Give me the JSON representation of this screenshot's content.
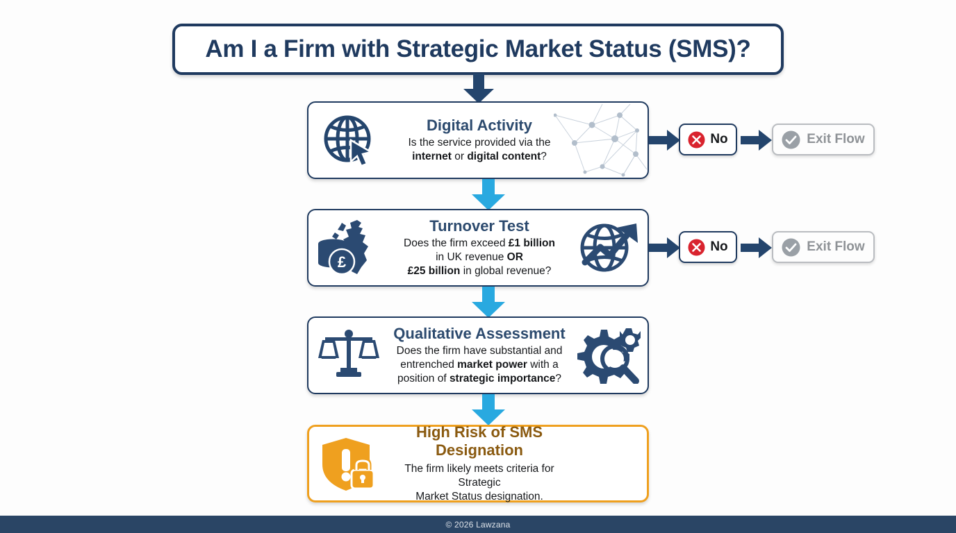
{
  "page": {
    "title": "Am I a Firm with Strategic Market Status (SMS)?",
    "accent_navy": "#1f3a5f",
    "accent_blue": "#29a9e0",
    "accent_orange": "#efa01f",
    "accent_red": "#d9232e",
    "accent_grey": "#8e9296"
  },
  "stages": [
    {
      "id": "digital-activity",
      "title": "Digital Activity",
      "desc_line1": "Is the service provided via the",
      "desc_line2_pre": "",
      "desc_bold1": "internet",
      "desc_mid": " or ",
      "desc_bold2": "digital content",
      "desc_end": "?",
      "icon_left": "globe-cursor-icon",
      "icon_right": "network-nodes-icon"
    },
    {
      "id": "turnover-test",
      "title": "Turnover Test",
      "line1_pre": "Does the firm exceed ",
      "line1_bold": "£1 billion",
      "line2_pre": "in UK revenue ",
      "line2_bold": "OR",
      "line3_bold": "£25 billion",
      "line3_post": " in global revenue?",
      "icon_left": "uk-map-coins-icon",
      "icon_right": "globe-growth-arrow-icon"
    },
    {
      "id": "qualitative-assessment",
      "title": "Qualitative Assessment",
      "line1": "Does the firm have substantial and",
      "line2_pre": "entrenched ",
      "line2_bold": "market power",
      "line2_post": " with a",
      "line3_pre": "position of ",
      "line3_bold": "strategic importance",
      "line3_post": "?",
      "icon_left": "scales-of-justice-icon",
      "icon_right": "gears-magnifier-icon"
    }
  ],
  "branches": [
    {
      "no_label": "No",
      "exit_label": "Exit Flow",
      "no_icon": "x-circle-icon",
      "exit_icon": "check-circle-icon"
    },
    {
      "no_label": "No",
      "exit_label": "Exit Flow",
      "no_icon": "x-circle-icon",
      "exit_icon": "check-circle-icon"
    }
  ],
  "result": {
    "title": "High Risk of SMS Designation",
    "desc_line1": "The firm likely meets criteria for Strategic",
    "desc_line2": "Market Status designation.",
    "icon": "shield-exclamation-lock-icon"
  },
  "footer": {
    "copyright": "© 2026 Lawzana"
  }
}
